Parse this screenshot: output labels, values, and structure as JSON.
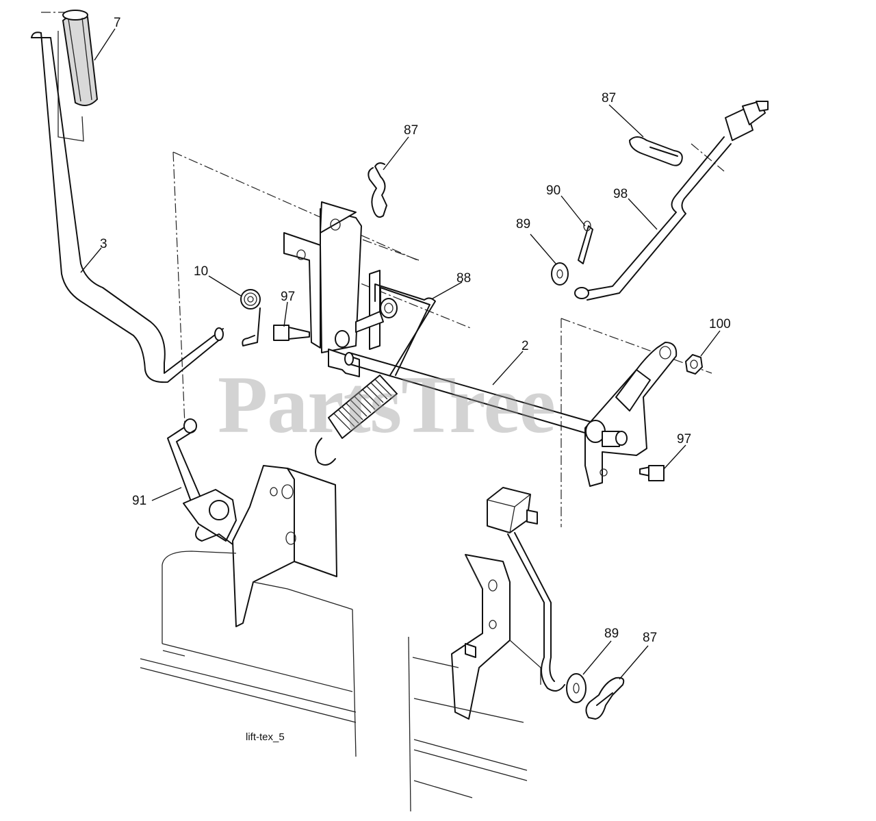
{
  "diagram": {
    "caption": "lift-tex_5",
    "watermark": "PartsTree",
    "callouts": [
      {
        "id": "c7",
        "text": "7"
      },
      {
        "id": "c87a",
        "text": "87"
      },
      {
        "id": "c87b",
        "text": "87"
      },
      {
        "id": "c3",
        "text": "3"
      },
      {
        "id": "c10",
        "text": "10"
      },
      {
        "id": "c97a",
        "text": "97"
      },
      {
        "id": "c88",
        "text": "88"
      },
      {
        "id": "c90",
        "text": "90"
      },
      {
        "id": "c98",
        "text": "98"
      },
      {
        "id": "c89a",
        "text": "89"
      },
      {
        "id": "c100",
        "text": "100"
      },
      {
        "id": "c2",
        "text": "2"
      },
      {
        "id": "c97b",
        "text": "97"
      },
      {
        "id": "c91",
        "text": "91"
      },
      {
        "id": "c89b",
        "text": "89"
      },
      {
        "id": "c87c",
        "text": "87"
      }
    ]
  }
}
